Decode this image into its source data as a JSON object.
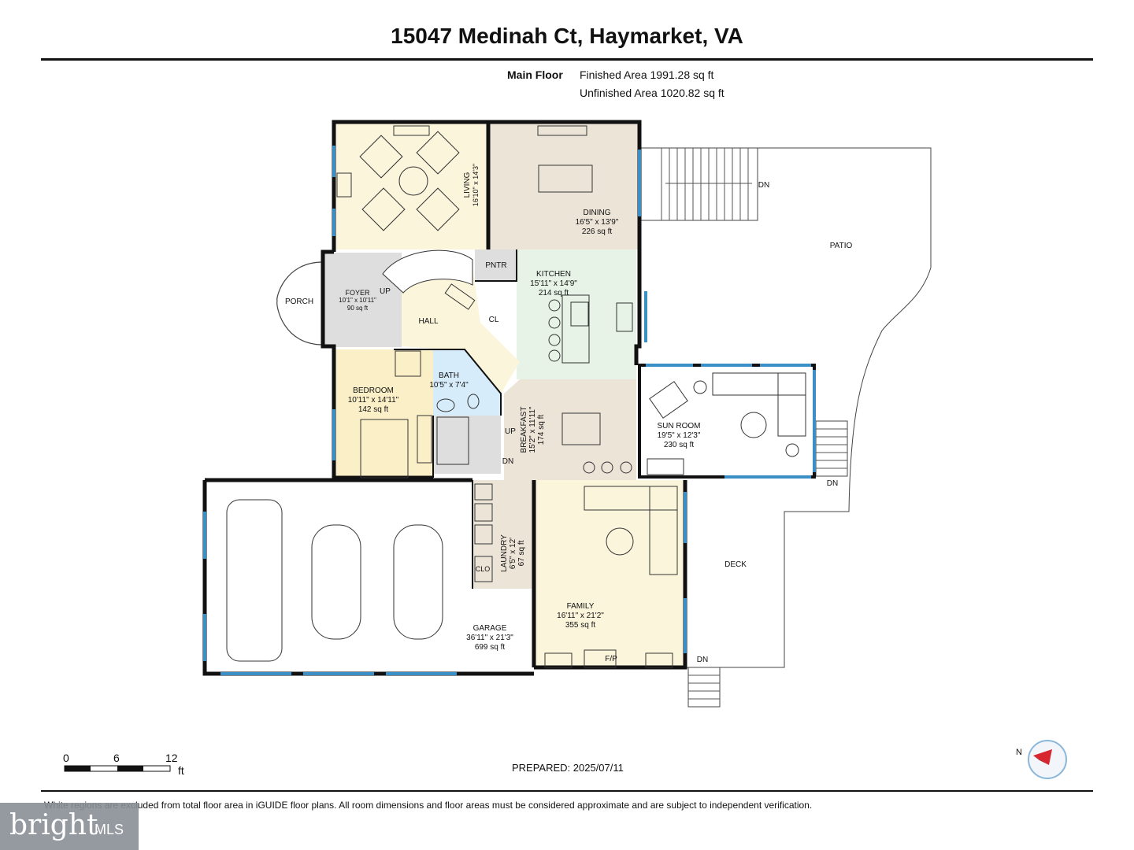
{
  "header": {
    "title": "15047 Medinah Ct, Haymarket, VA",
    "floor_label": "Main Floor",
    "finished_area": "Finished Area 1991.28 sq ft",
    "unfinished_area": "Unfinished Area 1020.82 sq ft"
  },
  "rooms": {
    "living": {
      "name": "LIVING",
      "dims": "16'10\" x 14'3\""
    },
    "dining": {
      "name": "DINING",
      "dims": "16'5\" x 13'9\"",
      "area": "226 sq ft"
    },
    "kitchen": {
      "name": "KITCHEN",
      "dims": "15'11\" x 14'9\"",
      "area": "214 sq ft"
    },
    "pantry": "PNTR",
    "foyer": {
      "name": "FOYER",
      "dims": "10'1\" x 10'11\"",
      "area": "90 sq ft"
    },
    "porch": "PORCH",
    "hall": "HALL",
    "closet": "CL",
    "bath": {
      "name": "BATH",
      "dims": "10'5\" x 7'4\""
    },
    "bedroom": {
      "name": "BEDROOM",
      "dims": "10'11\" x 14'11\"",
      "area": "142 sq ft"
    },
    "breakfast": {
      "name": "BREAKFAST",
      "dims": "15'2\" x 11'11\"",
      "area": "174 sq ft"
    },
    "sunroom": {
      "name": "SUN ROOM",
      "dims": "19'5\" x 12'3\"",
      "area": "230 sq ft"
    },
    "patio": "PATIO",
    "deck": "DECK",
    "laundry": {
      "name": "LAUNDRY",
      "dims": "6'5\" x 12'",
      "area": "67 sq ft"
    },
    "clo": "CLO",
    "family": {
      "name": "FAMILY",
      "dims": "16'11\" x 21'2\"",
      "area": "355 sq ft",
      "fireplace": "F/P"
    },
    "garage": {
      "name": "GARAGE",
      "dims": "36'11\" x 21'3\"",
      "area": "699 sq ft"
    }
  },
  "stairs": {
    "up": "UP",
    "down": "DN"
  },
  "footer": {
    "scale": [
      "0",
      "6",
      "12"
    ],
    "scale_unit": "ft",
    "prepared": "PREPARED: 2025/07/11",
    "disclaimer": "White regions are excluded from total floor area in iGUIDE floor plans. All room dimensions and floor areas must be considered approximate and are subject to independent verification.",
    "compass_label": "N",
    "badge_main": "bright",
    "badge_sub": "MLS"
  },
  "colors": {
    "living": "#fbf5dc",
    "dining": "#ede4d8",
    "kitchen": "#e6f3e6",
    "foyer": "#dedede",
    "hall": "#fbf5dc",
    "bath": "#d6ecfa",
    "bedroom": "#fbefc8",
    "breakfast": "#ede4d8",
    "laundry": "#ede4d8",
    "family": "#fbf5dc",
    "window": "#3b8fc7",
    "wall": "#111111"
  }
}
